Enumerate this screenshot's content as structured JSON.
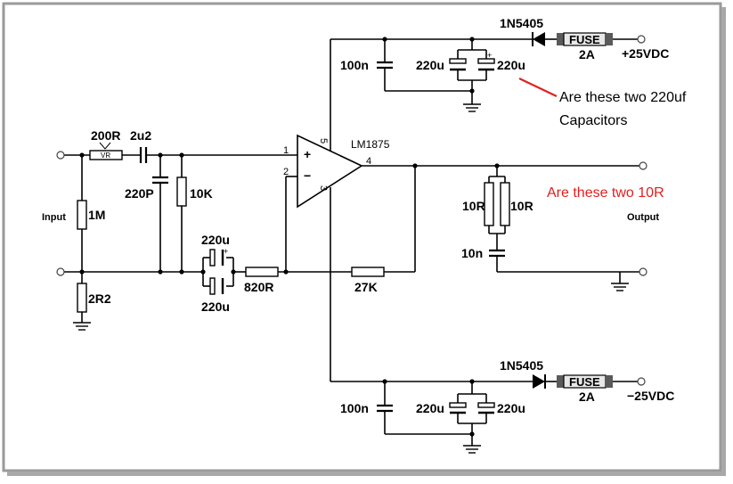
{
  "labels": {
    "r_200": "200R",
    "vr": "VR",
    "c_2u2": "2u2",
    "c_220p": "220P",
    "r_10k": "10K",
    "r_1m": "1M",
    "r_2r2": "2R2",
    "input": "Input",
    "opamp": "LM1875",
    "c_220u_a": "220u",
    "c_220u_b": "220u",
    "r_820": "820R",
    "r_27k": "27K",
    "r_10r_a": "10R",
    "r_10r_b": "10R",
    "c_10n": "10n",
    "output": "Output",
    "top_100n": "100n",
    "top_220u_left": "220u",
    "top_220u_right": "220u",
    "top_diode": "1N5405",
    "top_fuse": "FUSE",
    "top_fuse_rating": "2A",
    "top_supply": "+25VDC",
    "bot_100n": "100n",
    "bot_220u_left": "220u",
    "bot_220u_right": "220u",
    "bot_diode": "1N5405",
    "bot_fuse": "FUSE",
    "bot_fuse_rating": "2A",
    "bot_supply": "−25VDC",
    "pin1": "1",
    "pin2": "2",
    "pin3": "3",
    "pin4": "4",
    "pin5": "5",
    "plus": "+",
    "minus": "−"
  },
  "annotations": {
    "caps_line1": "Are these two 220uf",
    "caps_line2": "Capacitors",
    "resistors": "Are these two 10R"
  },
  "colors": {
    "annotation_red": "#e02020",
    "frame_gray": "#8c8c8c",
    "fuse_fill": "#5a5a5a"
  }
}
